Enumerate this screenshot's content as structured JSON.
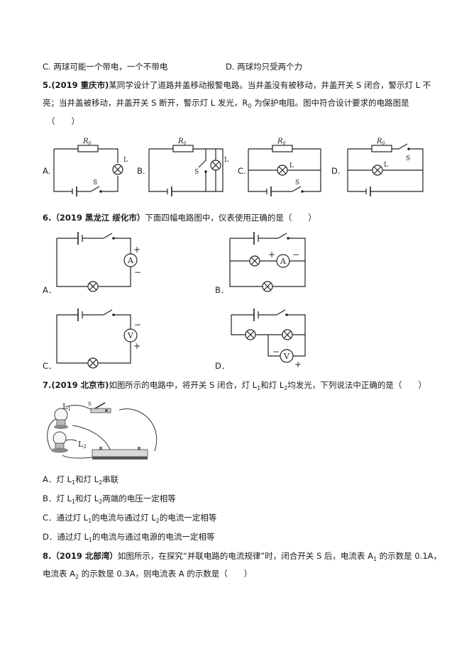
{
  "q4_options": {
    "c": "C. 两球可能一个带电，一个不带电",
    "d": "D. 两球均只受两个力"
  },
  "q5": {
    "number": "5.",
    "source": "(2019 重庆市)",
    "line1": "某同学设计了道路井盖移动报警电路。当井盖没有被移动，井盖开关 S 闭合，警示灯 L 不",
    "line2": "亮；当井盖被移动，井盖开关 S 断开，警示灯 L 发光，R",
    "line2_sub": "0",
    "line2_tail": " 为保护电阻。图中符合设计要求的电路图是",
    "blank": "（　　）",
    "options": [
      "A.",
      "B.",
      "C.",
      "D."
    ],
    "circuit_labels": {
      "resistor": "R",
      "resistor_sub": "0",
      "lamp": "L",
      "switch": "S"
    }
  },
  "q6": {
    "number": "6.",
    "source": "（2019 黑龙江 绥化市）",
    "stem": "下面四幅电路图中，仪表使用正确的是（　　）",
    "options": [
      "A．",
      "B．",
      "C．",
      "D．"
    ],
    "meter_labels": {
      "ammeter": "A",
      "voltmeter": "V",
      "plus": "+",
      "minus": "−"
    }
  },
  "q7": {
    "number": "7.",
    "source": "(2019 北京市)",
    "stem_a": "如图所示的电路中，将开关 S 闭合，灯 L",
    "stem_b": "和灯 L",
    "stem_c": "均发光，下列说法中正确的是（　　）",
    "figure_labels": {
      "l1": "L",
      "l1_sub": "1",
      "l2": "L",
      "l2_sub": "2",
      "switch": "S"
    },
    "options": [
      {
        "pre": "A．灯 L",
        "s1": "1",
        "mid": "和灯 L",
        "s2": "2",
        "post": "串联"
      },
      {
        "pre": "B．灯 L",
        "s1": "1",
        "mid": "和灯 L",
        "s2": "2",
        "post": "两端的电压一定相等"
      },
      {
        "pre": "C．通过灯 L",
        "s1": "1",
        "mid": "的电流与通过灯 L",
        "s2": "2",
        "post": "的电流一定相等"
      },
      {
        "pre": "D．通过灯 L",
        "s1": "1",
        "mid": "的电流与通过电源的电流一定相等",
        "s2": "",
        "post": ""
      }
    ]
  },
  "q8": {
    "number": "8.",
    "source": "（2019 北部湾）",
    "line1_a": "如图所示，在探究“并联电路的电流规律”时，闭合开关 S 后，电流表 A",
    "line1_sub": "1",
    "line1_b": " 的示数是 0.1A，",
    "line2_a": "电流表 A",
    "line2_sub": "2",
    "line2_b": " 的示数是 0.3A，则电流表 A 的示数是（　　）"
  }
}
